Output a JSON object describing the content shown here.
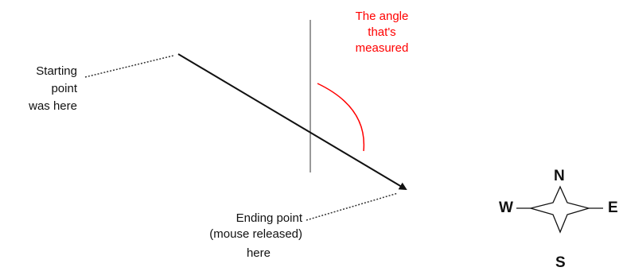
{
  "labels": {
    "start_line1": "Starting",
    "start_line2": "point",
    "start_line3": "was here",
    "end_line1": "Ending point",
    "end_line2": "(mouse released)",
    "end_line3": "here",
    "angle_line1": "The angle",
    "angle_line2": "that's",
    "angle_line3": "measured"
  },
  "compass": {
    "north": "N",
    "south": "S",
    "east": "E",
    "west": "W"
  },
  "colors": {
    "ink": "#111111",
    "angle": "#ff0000",
    "guide": "#333333"
  },
  "icons": {
    "compass": "compass-rose-icon",
    "arrow": "drag-arrow-icon"
  }
}
